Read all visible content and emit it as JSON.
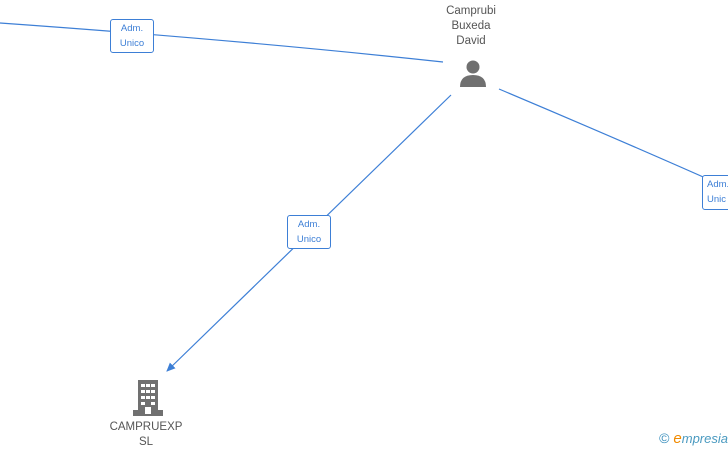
{
  "diagram": {
    "person": {
      "name_line1": "Camprubi",
      "name_line2": "Buxeda",
      "name_line3": "David",
      "icon": "person-icon"
    },
    "company": {
      "name_line1": "CAMPRUEXP",
      "name_line2": "SL",
      "icon": "building-icon"
    },
    "edges": [
      {
        "label_line1": "Adm.",
        "label_line2": "Unico"
      },
      {
        "label_line1": "Adm.",
        "label_line2": "Unico"
      },
      {
        "label_line1": "Adm.",
        "label_line2": "Unic"
      }
    ],
    "colors": {
      "edge": "#3d7fd6",
      "node": "#707070",
      "brand": "#f08a00"
    }
  },
  "watermark": {
    "copyright": "©",
    "brand_initial": "e",
    "brand_rest": "mpresia"
  }
}
